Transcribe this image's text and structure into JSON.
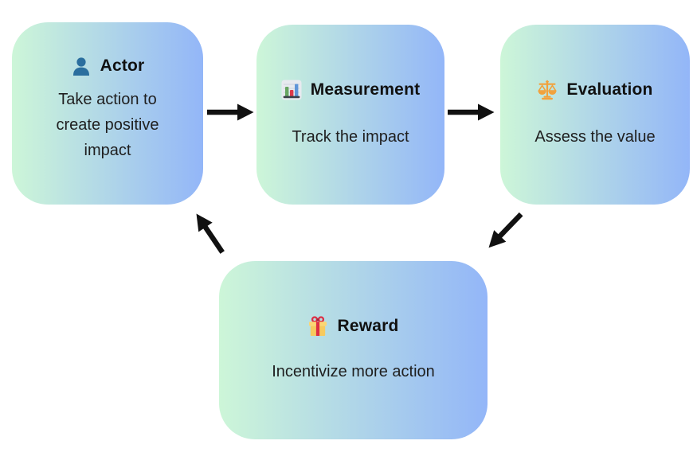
{
  "diagram": {
    "background_color": "#ffffff",
    "card_gradient_start": "#cdf6d8",
    "card_gradient_end": "#93b6f8",
    "title_color": "#111111",
    "body_color": "#1f1f1f",
    "arrow_color": "#111111",
    "nodes": [
      {
        "id": "actor",
        "icon": "person-icon",
        "icon_color": "#2a6e9e",
        "title": "Actor",
        "description": "Take action to create positive impact"
      },
      {
        "id": "measurement",
        "icon": "bar-chart-icon",
        "icon_colors": [
          "#67a561",
          "#dd3a4a",
          "#5f95d8"
        ],
        "title": "Measurement",
        "description": "Track the impact"
      },
      {
        "id": "evaluation",
        "icon": "balance-scale-icon",
        "icon_color": "#f2a13b",
        "title": "Evaluation",
        "description": "Assess the value"
      },
      {
        "id": "reward",
        "icon": "gift-icon",
        "icon_colors": [
          "#fcd673",
          "#dd2e44"
        ],
        "title": "Reward",
        "description": "Incentivize more action"
      }
    ],
    "arrows": [
      {
        "from": "actor",
        "to": "measurement",
        "direction": "right"
      },
      {
        "from": "measurement",
        "to": "evaluation",
        "direction": "right"
      },
      {
        "from": "evaluation",
        "to": "reward",
        "direction": "down-left"
      },
      {
        "from": "reward",
        "to": "actor",
        "direction": "up-left"
      }
    ]
  }
}
